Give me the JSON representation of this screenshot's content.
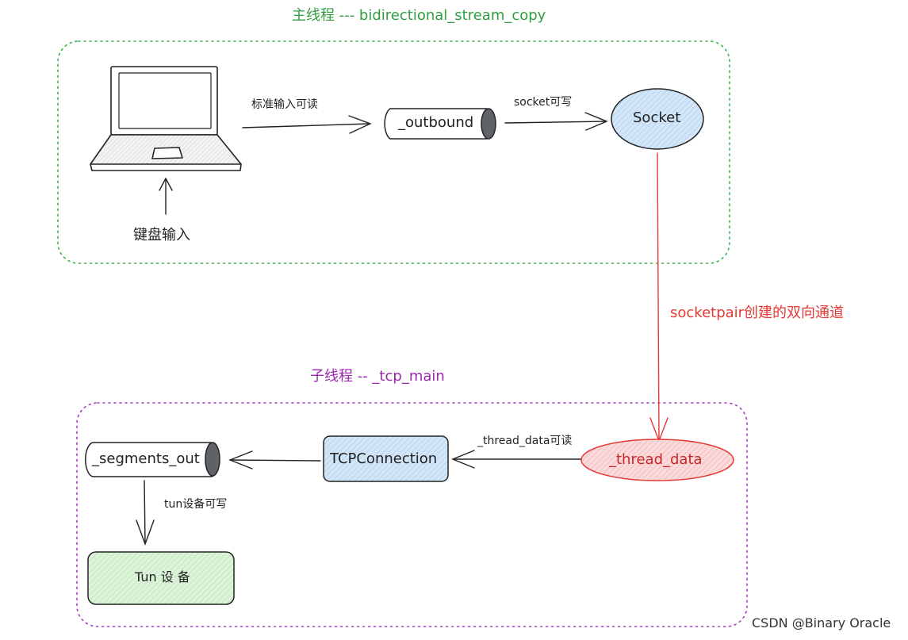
{
  "colors": {
    "main_group": "#3fae4b",
    "sub_group": "#a53fbf",
    "socket_fill": "#cfe3f7",
    "thread_data_fill": "#f8d3d3",
    "tcp_fill": "#d6e8f6",
    "tun_fill": "#d9f2d6",
    "red_edge": "#e53935"
  },
  "groups": {
    "main_title": "主线程 --- bidirectional_stream_copy",
    "sub_title": "子线程 -- _tcp_main"
  },
  "nodes": {
    "laptop_icon": "laptop",
    "keyboard_input": "键盘输入",
    "outbound": "_outbound",
    "socket": "Socket",
    "thread_data": "_thread_data",
    "tcp_connection": "TCPConnection",
    "segments_out": "_segments_out",
    "tun_device": "Tun 设 备"
  },
  "edges": {
    "stdin_readable": "标准输入可读",
    "socket_writable": "socket可写",
    "socketpair": "socketpair创建的双向通道",
    "thread_data_readable": "_thread_data可读",
    "tun_writable": "tun设备可写"
  },
  "watermark": "CSDN @Binary Oracle"
}
